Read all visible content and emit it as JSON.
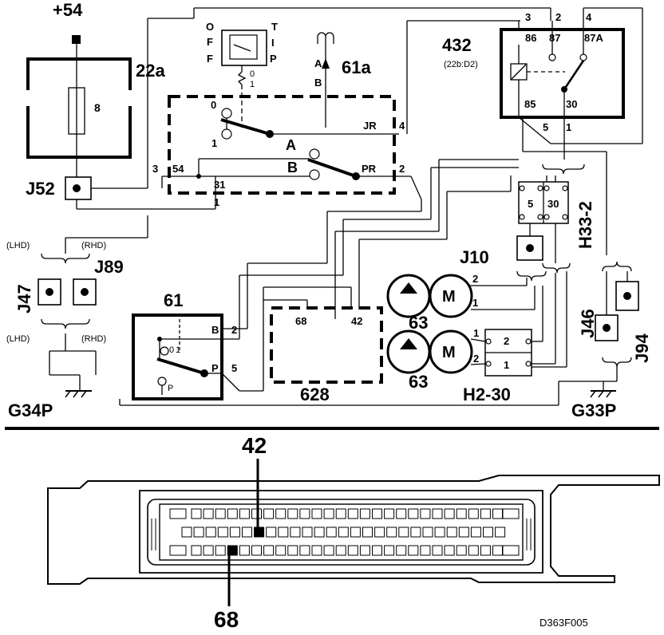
{
  "labels": {
    "supply": "+54",
    "fuse_box": "22a",
    "fuse_number": "8",
    "j52": "J52",
    "aerial": "61a",
    "aerial_a": "A",
    "aerial_b": "B",
    "switch_o": "O",
    "switch_f1": "F",
    "switch_f2": "F",
    "switch_t": "T",
    "switch_i": "I",
    "switch_p": "P",
    "switch_0": "0",
    "switch_1": "1",
    "pos_0": "0",
    "pos_1": "1",
    "contact_a": "A",
    "contact_b": "B",
    "jr": "JR",
    "pr": "PR",
    "pin_4": "4",
    "pin_2": "2",
    "pin_3": "3",
    "pin_54": "54",
    "pin_31": "31",
    "pin_1": "1",
    "relay": "432",
    "relay_ref": "(22b:D2)",
    "relay_t3": "3",
    "relay_t2": "2",
    "relay_t4": "4",
    "relay_86": "86",
    "relay_87": "87",
    "relay_87a": "87A",
    "relay_85": "85",
    "relay_30": "30",
    "relay_5": "5",
    "relay_1": "1",
    "h33": "H33-2",
    "h33_5": "5",
    "h33_30": "30",
    "j10": "J10",
    "lhd1": "(LHD)",
    "rhd1": "(RHD)",
    "j47": "J47",
    "j89": "J89",
    "lhd2": "(LHD)",
    "rhd2": "(RHD)",
    "g34p": "G34P",
    "unit61": "61",
    "u61_b": "B",
    "u61_2": "2",
    "u61_p": "P",
    "u61_5": "5",
    "u61_0": "0",
    "u61_1": "1",
    "u61_pp": "P",
    "ecu": "628",
    "ecu_68": "68",
    "ecu_42": "42",
    "m": "M",
    "pump_top": "63",
    "pump_bottom": "63",
    "pump_t2": "2",
    "pump_t1": "1",
    "pump_b1": "1",
    "pump_b2": "2",
    "h2": "H2-30",
    "h2_1a": "1",
    "h2_2a": "2",
    "h2_2b": "2",
    "h2_1b": "1",
    "j46": "J46",
    "j94": "J94",
    "g33p": "G33P",
    "conn_42": "42",
    "conn_68": "68",
    "ref": "D363F005"
  }
}
